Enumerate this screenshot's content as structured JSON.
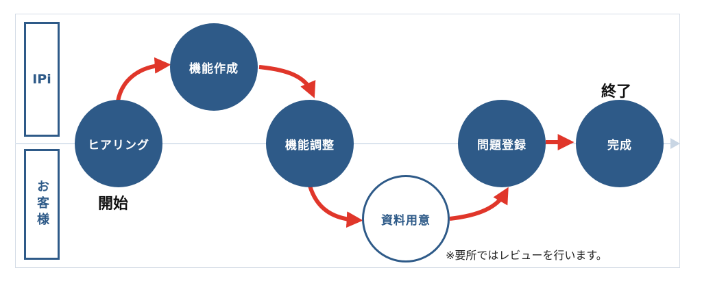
{
  "lanes": {
    "top": "IPi",
    "bottom": "お客様"
  },
  "nodes": {
    "hearing": "ヒアリング",
    "create": "機能作成",
    "adjust": "機能調整",
    "materials": "資料用意",
    "register": "問題登録",
    "complete": "完成"
  },
  "labels": {
    "start": "開始",
    "end": "終了"
  },
  "note": "※要所ではレビューを行います。",
  "colors": {
    "node_fill": "#2e5a88",
    "arrow": "#e0362a",
    "axis": "#dbe4ee"
  }
}
